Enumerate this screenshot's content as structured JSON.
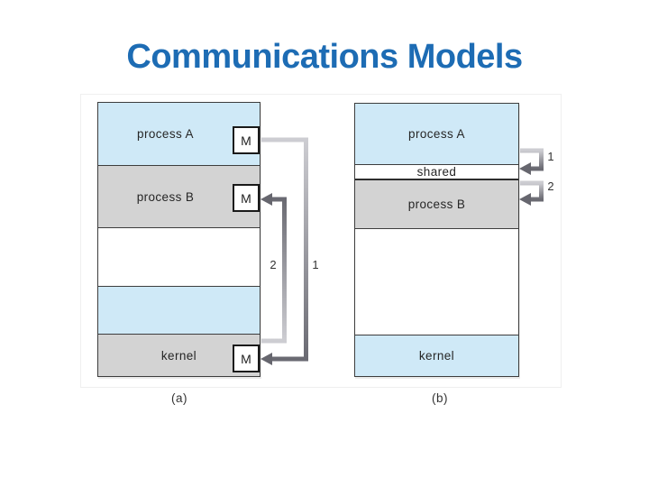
{
  "title": "Communications Models",
  "colors": {
    "title_blue": "#1d6cb4",
    "band_blue": "#cfe9f7",
    "band_gray": "#d3d3d3",
    "arrow_dark": "#6a6a72",
    "arrow_light": "#cdcdd2",
    "line_dark": "#3d3d3d"
  },
  "diagram_a": {
    "caption": "(a)",
    "bands": {
      "process_a": "process A",
      "process_b": "process B",
      "kernel": "kernel"
    },
    "message_box": "M",
    "labels": {
      "step1": "1",
      "step2": "2"
    }
  },
  "diagram_b": {
    "caption": "(b)",
    "bands": {
      "process_a": "process A",
      "shared": "shared",
      "process_b": "process B",
      "kernel": "kernel"
    },
    "labels": {
      "step1": "1",
      "step2": "2"
    }
  }
}
